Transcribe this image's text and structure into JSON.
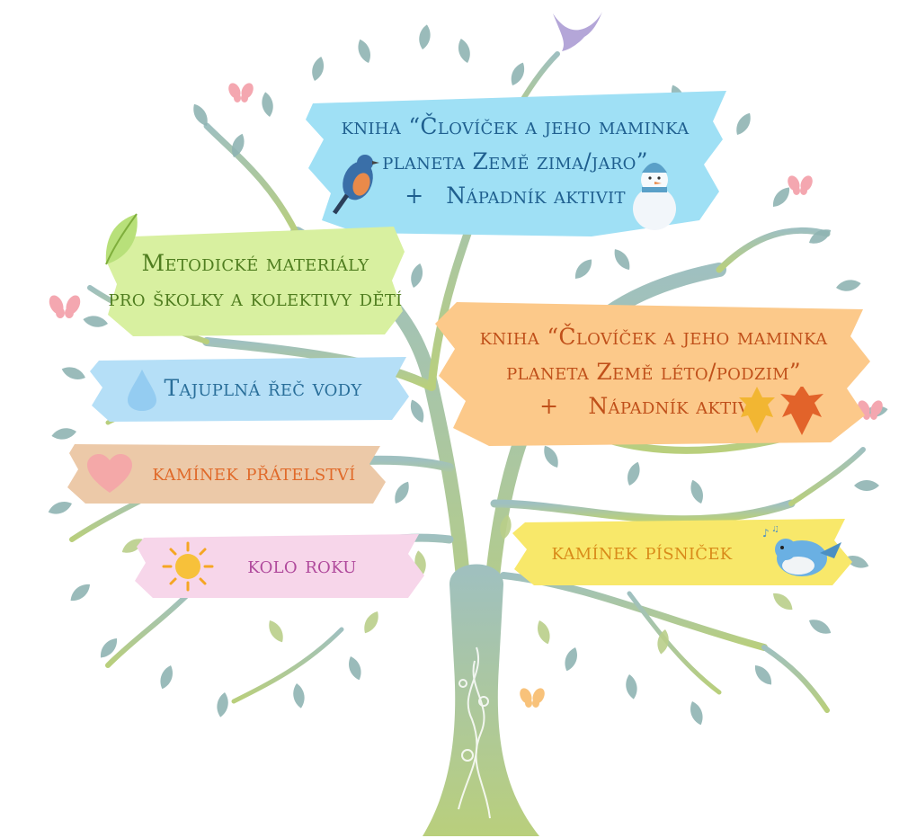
{
  "cards": {
    "blue": {
      "line1": "kniha “Človíček a jeho maminka",
      "line2": "planeta Země zima/jaro”",
      "plus": "+",
      "line3": "Nápadník aktivit"
    },
    "green": {
      "line1": "Metodické materiály",
      "line2": "pro školky a kolektivy dětí"
    },
    "orange": {
      "line1": "kniha “Človíček a jeho maminka",
      "line2": "planeta Země léto/podzim”",
      "plus": "+",
      "line3": "Nápadník aktivit"
    },
    "water": {
      "label": "Tajuplná řeč vody"
    },
    "friendship": {
      "label": "kamínek přátelství"
    },
    "song": {
      "label": "kamínek písniček"
    },
    "year": {
      "label": "kolo roku"
    }
  },
  "colors": {
    "trunk": "#b3c98a",
    "leaf": "#8fb4b3",
    "blue_paint": "#9fe0f5",
    "blue_text": "#1f5f8f",
    "green_paint": "#d8f0a0",
    "green_text": "#4f7d1f",
    "orange_paint": "#fcc98a",
    "orange_text": "#c0501a",
    "water_paint": "#b5dff7",
    "water_text": "#2a6f9a",
    "friendship_paint": "#ecc9a8",
    "friendship_text": "#e06a2a",
    "song_paint": "#f8e86a",
    "song_text": "#d98b1a",
    "year_paint": "#f7d6ea",
    "year_text": "#b04a9c"
  },
  "icons": [
    "bird-icon",
    "butterfly-icon",
    "robin-icon",
    "snowman-icon",
    "autumn-leaves-icon",
    "raindrop-icon",
    "heart-icon",
    "sun-icon",
    "songbird-icon",
    "green-leaf-icon"
  ]
}
